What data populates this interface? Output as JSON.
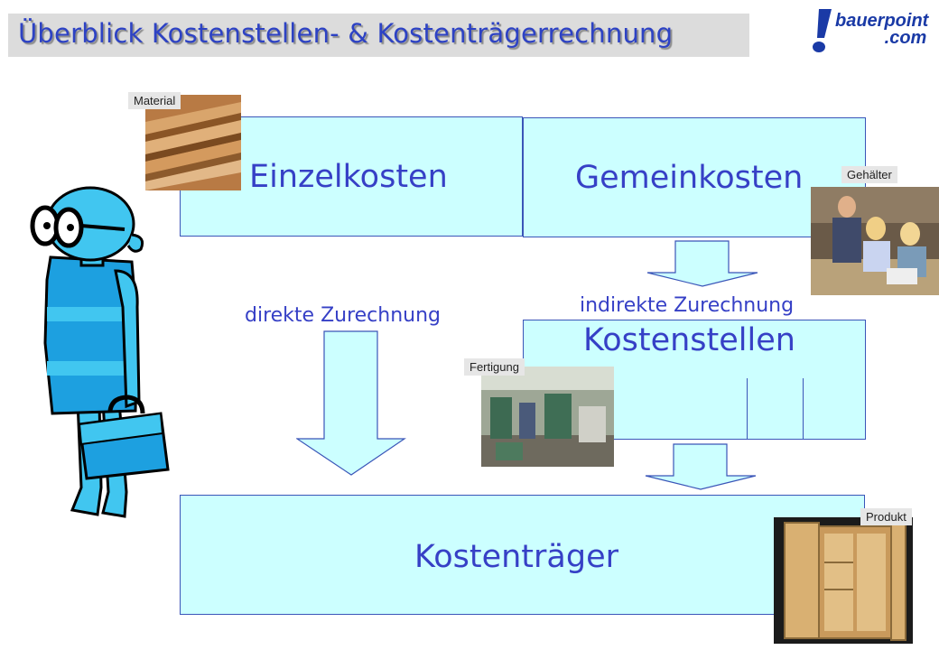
{
  "title": "Überblick Kostenstellen- & Kostenträgerrechnung",
  "logo": {
    "line1": "bauerpoint",
    "line2": ".com"
  },
  "boxes": {
    "einzelkosten": "Einzelkosten",
    "gemeinkosten": "Gemeinkosten",
    "kostenstellen": "Kostenstellen",
    "kostentraeger": "Kostenträger"
  },
  "labels": {
    "direkte": "direkte Zurechnung",
    "indirekte": "indirekte Zurechnung"
  },
  "photo_tags": {
    "material": "Material",
    "gehaelter": "Gehälter",
    "fertigung": "Fertigung",
    "produkt": "Produkt"
  },
  "colors": {
    "box_fill": "#ccffff",
    "text_blue": "#3640c6",
    "title_blue": "#2d42c4"
  }
}
